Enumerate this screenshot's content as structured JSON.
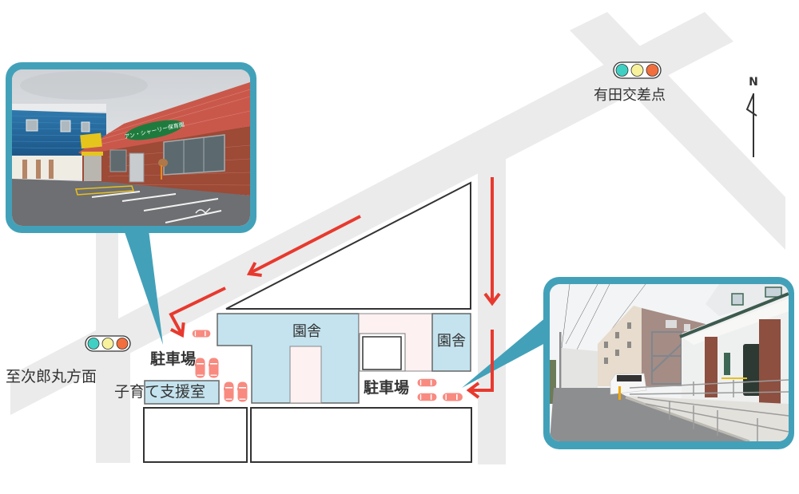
{
  "map": {
    "intersection": {
      "label": "有田交差点"
    },
    "west_direction": {
      "label": "至次郎丸方面"
    },
    "north_indicator": {
      "label": "N"
    },
    "buildings": {
      "main_building": {
        "label": "園舎"
      },
      "east_building": {
        "label": "園舎"
      },
      "childcare_support_room": {
        "label": "子育て支援室"
      }
    },
    "parking": {
      "west": {
        "label": "駐車場",
        "car_count": 5
      },
      "east": {
        "label": "駐車場",
        "car_count": 3
      }
    },
    "signals": [
      {
        "location": "intersection"
      },
      {
        "location": "west"
      }
    ],
    "route_arrow_count": 4
  },
  "photos": {
    "west_entrance": {
      "sign_text": "アン・シャーリー保育園"
    },
    "east_entrance": {}
  },
  "colors": {
    "road": "#ebebeb",
    "building": "#c4e3ee",
    "courtyard": "#fdf1f2",
    "route_arrow": "#e8392e",
    "car": "#f88a80",
    "callout": "#42a1b9",
    "signal_green": "#3fd0c3",
    "signal_yellow": "#f8f29c",
    "signal_red": "#f26e3c"
  }
}
